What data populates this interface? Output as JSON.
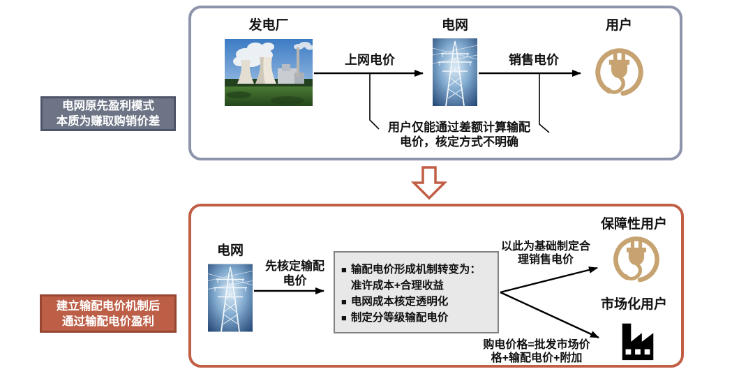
{
  "colors": {
    "top_box_border": "#8e94a9",
    "bottom_box_border": "#c05f45",
    "old_label_bg": "#6d7485",
    "old_label_border": "#4e5568",
    "new_label_bg": "#bd5e47",
    "new_label_border": "#964731",
    "detail_box_bg": "#e8e8e8",
    "detail_box_border": "#808080",
    "plug_icon": "#c6a371",
    "factory_icon": "#000000",
    "connector_arrow": "#000000",
    "down_arrow_outline": "#c05f45"
  },
  "side_labels": {
    "old_model": {
      "lines": [
        "电网原先盈利模式",
        "本质为赚取购销价差"
      ]
    },
    "new_model": {
      "lines": [
        "建立输配电价机制后",
        "通过输配电价盈利"
      ]
    }
  },
  "top_flow": {
    "plant_title": "发电厂",
    "grid_title": "电网",
    "user_title": "用户",
    "feed_in_tariff_label": "上网电价",
    "retail_tariff_label": "销售电价",
    "note_lines": [
      "用户仅能通过差额计算输配",
      "电价，核定方式不明确"
    ]
  },
  "bottom_flow": {
    "grid_title": "电网",
    "arrow_label_lines": [
      "先核定输配",
      "电价"
    ],
    "bullet_char": "■",
    "bullets": [
      [
        "输配电价形成机制转变为：",
        "准许成本+合理收益"
      ],
      [
        "电网成本核定透明化"
      ],
      [
        "制定分等级输配电价"
      ]
    ],
    "protected_user_title": "保障性用户",
    "market_user_title": "市场化用户",
    "upper_note_lines": [
      "以此为基础制定合",
      "理销售电价"
    ],
    "lower_note_lines": [
      "购电价格=批发市场价",
      "格+输配电价+附加"
    ]
  }
}
